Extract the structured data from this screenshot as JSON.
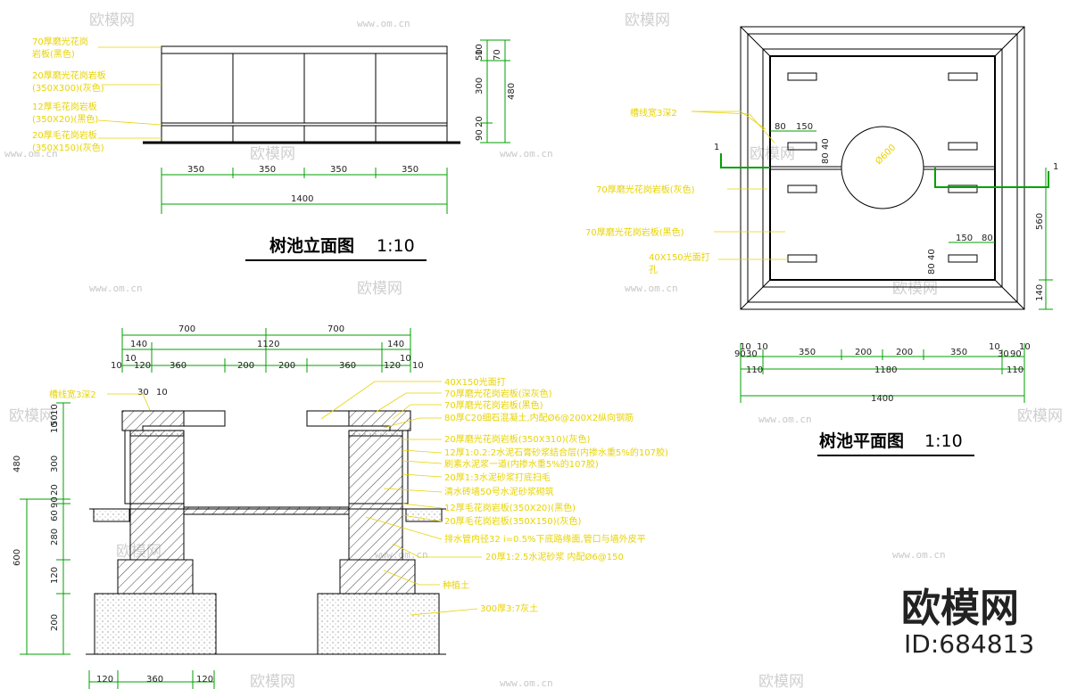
{
  "watermark": {
    "brand": "欧模网",
    "url": "www.om.cn"
  },
  "logo": {
    "brand": "欧模网",
    "id": "ID:684813"
  },
  "elevation": {
    "title": "树池立面图",
    "scale": "1:10",
    "labels": [
      "70厚磨光花岗",
      "岩板(黑色)",
      "20厚磨光花岗岩板",
      "(350X300)(灰色)",
      "12厚毛花岗岩板",
      "(350X20)(黑色)",
      "20厚毛花岗岩板",
      "(350X150)(灰色)"
    ],
    "right_dims": [
      "10",
      "50",
      "20",
      "300",
      "480",
      "20",
      "90",
      "10",
      "70"
    ],
    "bottom_dims": [
      "350",
      "350",
      "350",
      "350",
      "1400"
    ]
  },
  "plan": {
    "title": "树池平面图",
    "scale": "1:10",
    "labels": [
      "槽线宽3深2",
      "70厚磨光花岗岩板(灰色)",
      "70厚磨光花岗岩板(黑色)",
      "40X150光面打",
      "孔"
    ],
    "inner_dims": [
      "80",
      "150",
      "80",
      "40",
      "150",
      "80",
      "80",
      "40"
    ],
    "circle_label": "Ø600",
    "section_marks": [
      "1",
      "1"
    ],
    "right_dims": [
      "560",
      "140"
    ],
    "bottom_dims_row1": [
      "10",
      "90",
      "30",
      "10",
      "350",
      "200",
      "200",
      "350",
      "10",
      "30",
      "90",
      "10"
    ],
    "bottom_dims_row2": [
      "110",
      "1180",
      "110"
    ],
    "bottom_total": "1400"
  },
  "section": {
    "groove_label": "槽线宽3深2",
    "top_dims": [
      "700",
      "700"
    ],
    "top_dims_row2": [
      "140",
      "1120",
      "140"
    ],
    "top_dims_row3": [
      "10",
      "10",
      "120",
      "360",
      "200",
      "200",
      "360",
      "120",
      "10",
      "10"
    ],
    "top_small": [
      "30",
      "10"
    ],
    "left_dims": [
      "10",
      "50",
      "10",
      "480",
      "300",
      "20",
      "90",
      "60",
      "280",
      "600",
      "120",
      "200"
    ],
    "labels": [
      "40X150光面打",
      "70厚磨光花岗岩板(深灰色)",
      "70厚磨光花岗岩板(黑色)",
      "80厚C20细石混凝土,内配Ø6@200X2纵向钢筋",
      "20厚磨光花岗岩板(350X310)(灰色)",
      "12厚1:0.2:2水泥石膏砂浆结合层(内掺水重5%的107胶)",
      "刷素水泥浆一道(内掺水重5%的107胶)",
      "20厚1:3水泥砂浆打底扫毛",
      "清水砖墙50号水泥砂浆砌筑",
      "12厚毛花岗岩板(350X20)(黑色)",
      "20厚毛花岗岩板(350X150)(灰色)",
      "排水管内径32 i=0.5%下底路缘面,管口与墙外皮平",
      "20厚1:2.5水泥砂浆 内配Ø6@150",
      "种植土",
      "300厚3:7灰土"
    ],
    "bottom_dims": [
      "120",
      "360",
      "120"
    ]
  }
}
